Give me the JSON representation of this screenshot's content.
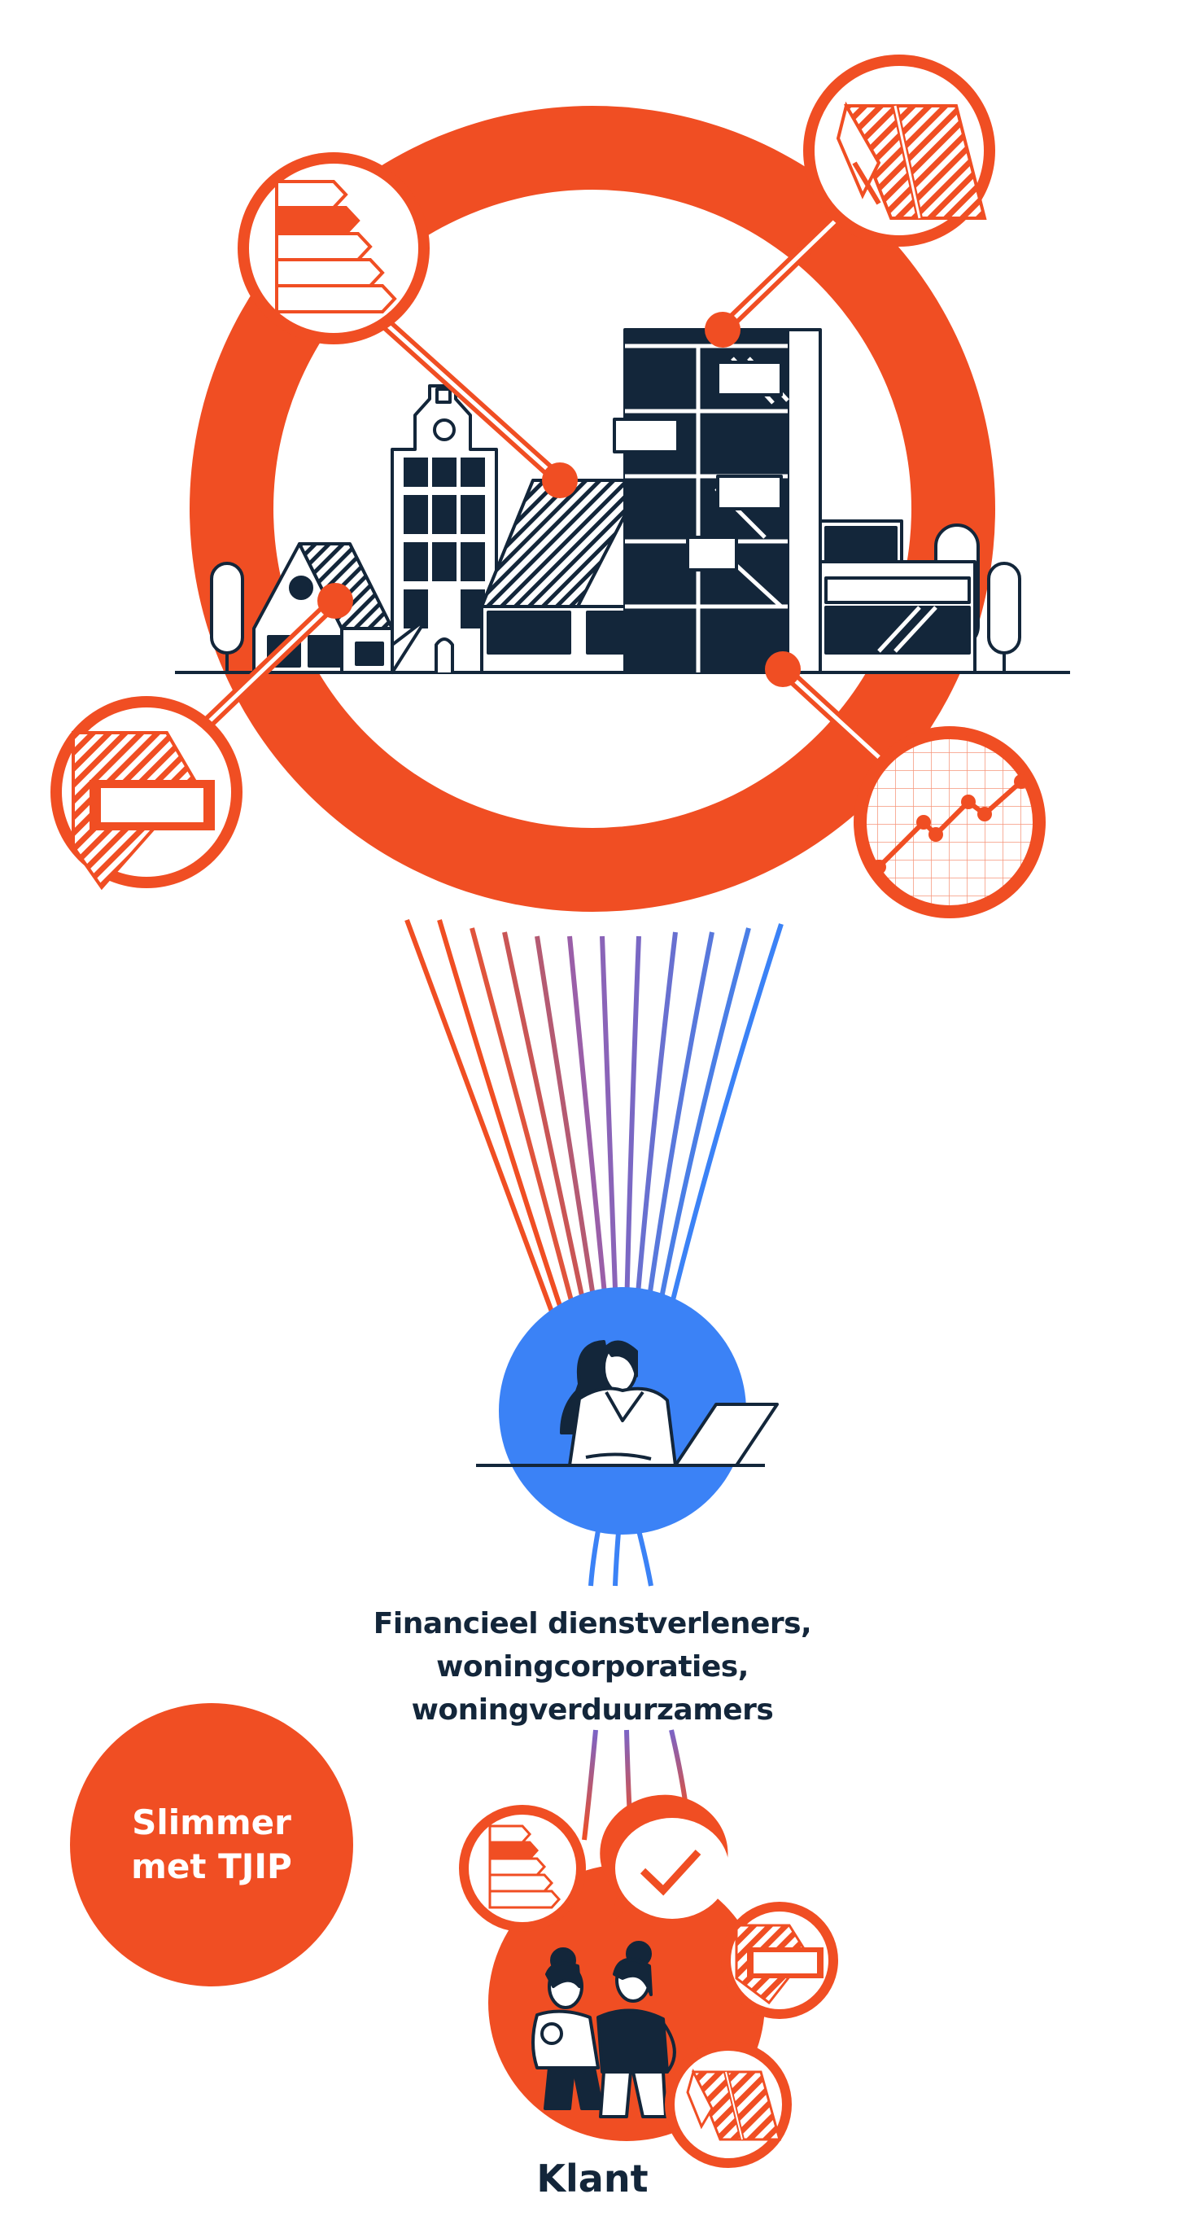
{
  "diagram": {
    "provider_label_lines": [
      "Financieel dienstverleners,",
      "woningcorporaties,",
      "woningverduurzamers"
    ],
    "client_label": "Klant",
    "badge_lines": [
      "Slimmer",
      "met TJIP"
    ],
    "icons": [
      "energy-label-icon",
      "solar-panel-icon",
      "insulation-icon",
      "value-chart-icon",
      "checkmark-icon",
      "woman-at-laptop-icon",
      "two-people-icon",
      "city-buildings-icon"
    ],
    "colors": {
      "orange": "#f04e23",
      "navy": "#13263a",
      "blue": "#3b82f6",
      "white": "#ffffff"
    }
  }
}
